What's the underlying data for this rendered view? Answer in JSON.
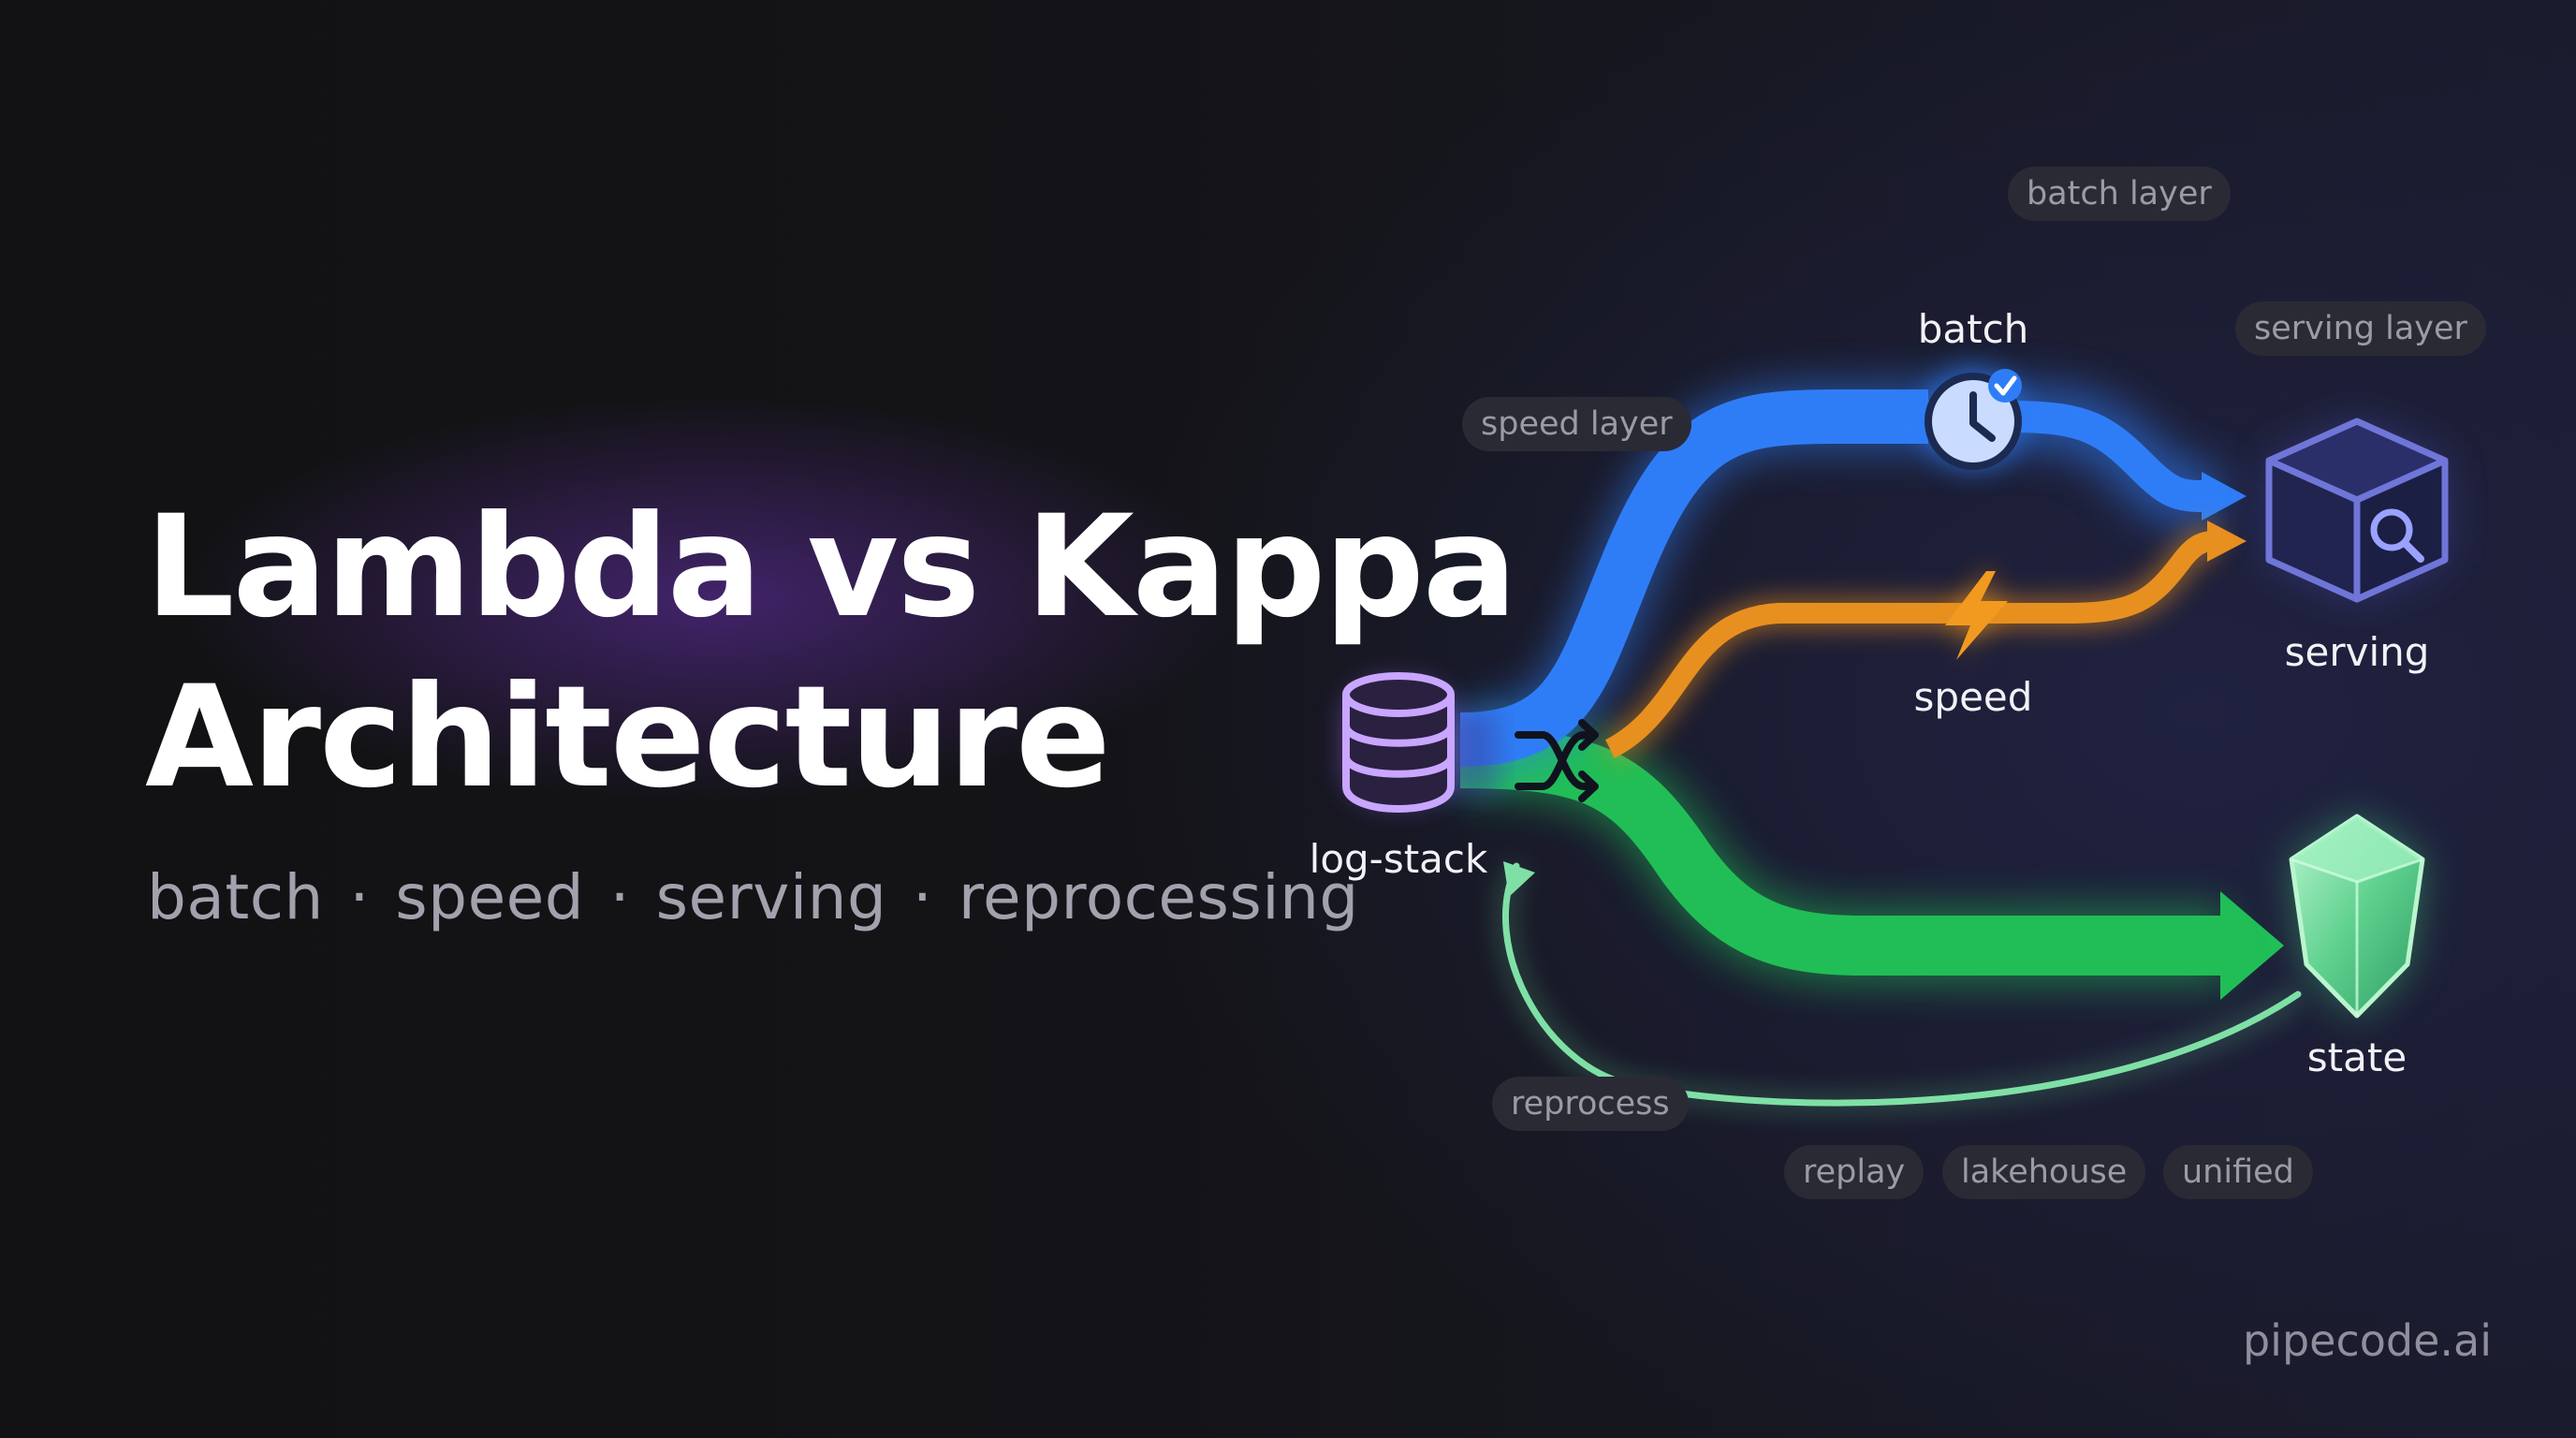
{
  "title": {
    "line1": "Lambda vs Kappa",
    "line2": "Architecture"
  },
  "subtitle": {
    "items": [
      "batch",
      "speed",
      "serving",
      "reprocessing"
    ],
    "separator": "·"
  },
  "nodes": {
    "source": {
      "label": "log-stack",
      "icon": "database-icon"
    },
    "batch": {
      "label": "batch",
      "icon": "clock-check-icon"
    },
    "speed": {
      "label": "speed",
      "icon": "lightning-icon"
    },
    "serving": {
      "label": "serving",
      "icon": "cube-search-icon"
    },
    "state": {
      "label": "state",
      "icon": "crystal-icon"
    },
    "router": {
      "icon": "shuffle-icon"
    }
  },
  "tags": {
    "batch_layer": "batch layer",
    "serving_layer": "serving layer",
    "speed_layer": "speed layer",
    "reprocess": "reprocess",
    "replay": "replay",
    "lakehouse": "lakehouse",
    "unified": "unified"
  },
  "colors": {
    "batch": "#2f7df6",
    "speed": "#e58a1f",
    "kappa": "#1fbb55",
    "reprocess": "#6fd89a",
    "source": "#c7a3ff",
    "serving": "#6f76d8",
    "state": "#7fe3a4"
  },
  "brand": "pipecode.ai"
}
